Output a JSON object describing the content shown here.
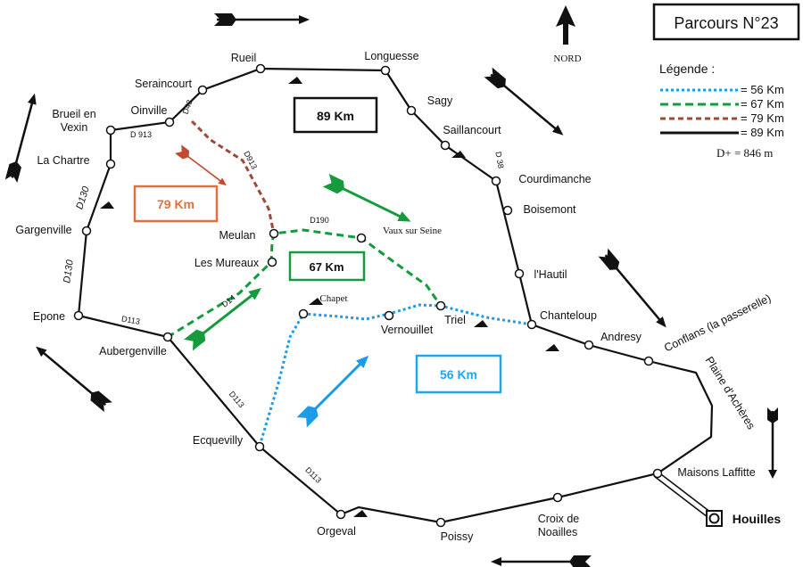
{
  "title": "Parcours N°23",
  "north": "NORD",
  "legend": {
    "heading": "Légende :",
    "items": [
      {
        "label": "= 56 Km",
        "color": "#1b9be8"
      },
      {
        "label": "= 67 Km",
        "color": "#159a3c"
      },
      {
        "label": "= 79 Km",
        "color": "#9c4a36"
      },
      {
        "label": "= 89 Km",
        "color": "#111111"
      }
    ],
    "elevation": "D+ = 846 m"
  },
  "distance_boxes": {
    "km89": "89 Km",
    "km79": "79 Km",
    "km67": "67 Km",
    "km56": "56 Km"
  },
  "colors": {
    "route_56": "#1b9be8",
    "route_67": "#159a3c",
    "route_79": "#9c4a36",
    "route_89": "#111111",
    "box_79": "#e0703c",
    "box_56": "#1ea7f0"
  },
  "places": {
    "rueil": "Rueil",
    "longuesse": "Longuesse",
    "seraincourt": "Seraincourt",
    "sagy": "Sagy",
    "oinville": "Oinville",
    "brueil_line1": "Brueil en",
    "brueil_line2": "Vexin",
    "saillancourt": "Saillancourt",
    "la_chartre": "La Chartre",
    "courdimanche": "Courdimanche",
    "boisemont": "Boisemont",
    "gargenville": "Gargenville",
    "meulan": "Meulan",
    "vaux": "Vaux sur Seine",
    "les_mureaux": "Les Mureaux",
    "hautil": "l'Hautil",
    "chapet": "Chapet",
    "epone": "Epone",
    "chanteloup": "Chanteloup",
    "triel": "Triel",
    "vernouillet": "Vernouillet",
    "aubergenville": "Aubergenville",
    "andresy": "Andresy",
    "conflans": "Conflans (la passerelle)",
    "plaine": "Plaine d'Achères",
    "ecquevilly": "Ecquevilly",
    "maisons_laffitte": "Maisons Laffitte",
    "houilles": "Houilles",
    "orgeval": "Orgeval",
    "poissy": "Poissy",
    "croix_line1": "Croix de",
    "croix_line2": "Noailles"
  },
  "roads": {
    "d43": "D43",
    "d913_top": "D 913",
    "d913_diag": "D913",
    "d130_upper": "D130",
    "d130_lower": "D130",
    "d190": "D190",
    "d14": "D14",
    "d113_left": "D113",
    "d113_mid": "D113",
    "d113_low": "D113",
    "d38": "D 38"
  }
}
